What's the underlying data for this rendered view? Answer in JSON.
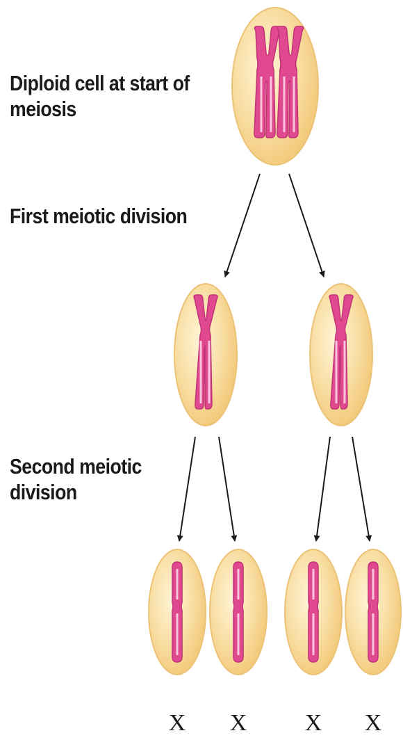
{
  "stages": {
    "diploid": "Diploid cell at start of meiosis",
    "first_division": "First meiotic division",
    "second_division": "Second meiotic division"
  },
  "gametes": {
    "labels": [
      "X",
      "X",
      "X",
      "X"
    ]
  },
  "colors": {
    "cell_fill": "#f6d58c",
    "cell_highlight": "#fff4d6",
    "cell_edge": "#e6b866",
    "chromosome_pink": "#e0498f",
    "chromosome_light": "#f9c5de",
    "arrow": "#1a1a1a"
  }
}
